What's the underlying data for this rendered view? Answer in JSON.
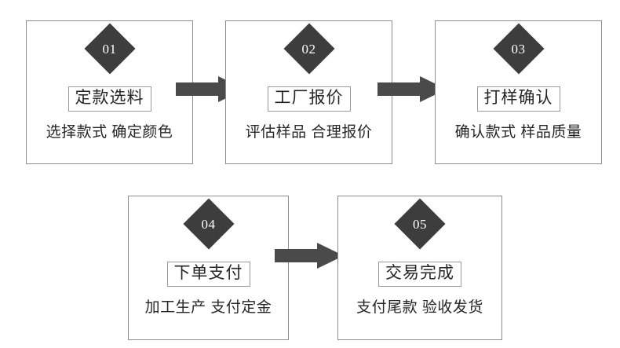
{
  "diagram": {
    "type": "process-flow",
    "orientation": "left-to-right, two rows",
    "background_color": "#ffffff",
    "accent_color": "#3d3d3d",
    "border_color": "#8e8e8e",
    "text_color": "#262626",
    "steps": [
      {
        "number": "01",
        "title": "定款选料",
        "subtitle": "选择款式 确定颜色",
        "row": 1
      },
      {
        "number": "02",
        "title": "工厂报价",
        "subtitle": "评估样品 合理报价",
        "row": 1
      },
      {
        "number": "03",
        "title": "打样确认",
        "subtitle": "确认款式 样品质量",
        "row": 1
      },
      {
        "number": "04",
        "title": "下单支付",
        "subtitle": "加工生产 支付定金",
        "row": 2
      },
      {
        "number": "05",
        "title": "交易完成",
        "subtitle": "支付尾款 验收发货",
        "row": 2
      }
    ],
    "connectors": [
      {
        "from": "01",
        "to": "02",
        "shape": "block-arrow-right"
      },
      {
        "from": "02",
        "to": "03",
        "shape": "block-arrow-right"
      },
      {
        "from": "04",
        "to": "05",
        "shape": "block-arrow-right"
      }
    ]
  }
}
